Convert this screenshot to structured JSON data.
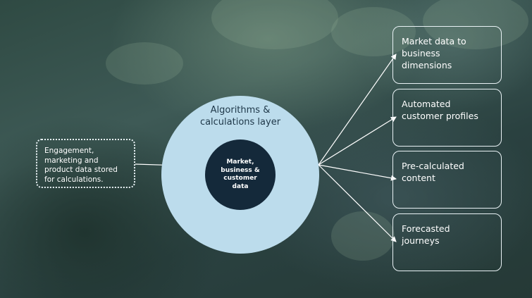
{
  "source": {
    "lines": [
      "Engagement,",
      "marketing and",
      "product data stored",
      "for calculations."
    ]
  },
  "layer": {
    "lines": [
      "Algorithms &",
      "calculations layer"
    ]
  },
  "core": {
    "lines": [
      "Market,",
      "business &",
      "customer",
      "data"
    ]
  },
  "outcomes": [
    {
      "lines": [
        "Market data to",
        "business",
        "dimensions"
      ]
    },
    {
      "lines": [
        "Automated",
        "customer profiles"
      ]
    },
    {
      "lines": [
        "Pre-calculated",
        "content"
      ]
    },
    {
      "lines": [
        "Forecasted",
        "journeys"
      ]
    }
  ]
}
